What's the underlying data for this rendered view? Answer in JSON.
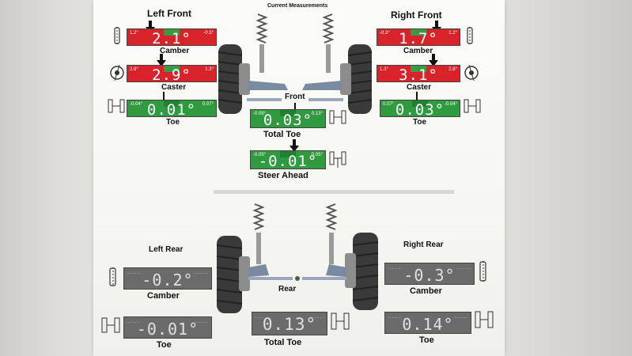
{
  "header": {
    "title": "Current Measurements"
  },
  "front": {
    "left": {
      "heading": "Left Front",
      "camber": {
        "value": "2.1°",
        "min": "1.2°",
        "max": "-0.3°",
        "label": "Camber"
      },
      "caster": {
        "value": "2.9°",
        "min": "2.8°",
        "max": "1.3°",
        "label": "Caster"
      },
      "toe": {
        "value": "0.01°",
        "min": "-0.04°",
        "max": "0.07°",
        "label": "Toe"
      }
    },
    "right": {
      "heading": "Right Front",
      "camber": {
        "value": "1.7°",
        "min": "-0.3°",
        "max": "1.2°",
        "label": "Camber"
      },
      "caster": {
        "value": "3.1°",
        "min": "1.3°",
        "max": "2.8°",
        "label": "Caster"
      },
      "toe": {
        "value": "0.03°",
        "min": "0.07°",
        "max": "-0.04°",
        "label": "Toe"
      }
    },
    "axle_label": "Front",
    "total_toe": {
      "value": "0.03°",
      "min": "-0.09°",
      "max": "0.13°",
      "label": "Total Toe"
    },
    "steer_ahead": {
      "value": "-0.01°",
      "min": "-0.05°",
      "max": "0.05°",
      "label": "Steer Ahead"
    }
  },
  "rear": {
    "left": {
      "heading": "Left Rear",
      "camber": {
        "value": "-0.2°",
        "label": "Camber"
      },
      "toe": {
        "value": "-0.01°",
        "label": "Toe"
      }
    },
    "right": {
      "heading": "Right Rear",
      "camber": {
        "value": "-0.3°",
        "label": "Camber"
      },
      "toe": {
        "value": "0.14°",
        "label": "Toe"
      }
    },
    "axle_label": "Rear",
    "total_toe": {
      "value": "0.13°",
      "label": "Total Toe"
    }
  },
  "colors": {
    "out_of_spec": "#d9232b",
    "in_spec": "#2f9a3e",
    "no_spec": "#6b6b6b"
  }
}
